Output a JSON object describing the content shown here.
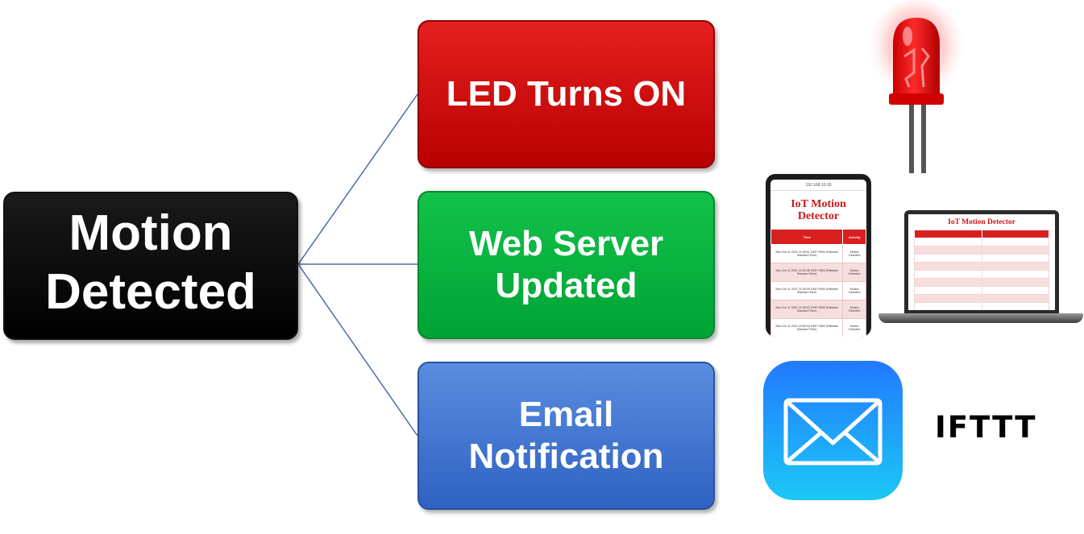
{
  "motion": {
    "line1": "Motion",
    "line2": "Detected"
  },
  "outcomes": {
    "led": {
      "line1": "LED Turns ON"
    },
    "web": {
      "line1": "Web Server",
      "line2": "Updated"
    },
    "email": {
      "line1": "Email",
      "line2": "Notification"
    }
  },
  "phone": {
    "url": "192.168.10.18",
    "title_line1": "IoT Motion",
    "title_line2": "Detector",
    "col_time": "Time",
    "col_activity": "Activity",
    "rows": [
      {
        "time": "Mon Oct 11 2021 21:09:51 GMT+0500 (Pakistan Standard Time)",
        "activity": "Motion Detected"
      },
      {
        "time": "Mon Oct 11 2021 21:09:38 GMT+0500 (Pakistan Standard Time)",
        "activity": "Motion Detected"
      },
      {
        "time": "Mon Oct 11 2021 21:09:29 GMT+0500 (Pakistan Standard Time)",
        "activity": "Motion Detected"
      },
      {
        "time": "Mon Oct 11 2021 21:09:23 GMT+0500 (Pakistan Standard Time)",
        "activity": "Motion Detected"
      },
      {
        "time": "Mon Oct 11 2021 20:59:18 GMT+0500 (Pakistan Standard Time)",
        "activity": "Motion Detected"
      }
    ]
  },
  "laptop": {
    "title": "IoT Motion Detector"
  },
  "ifttt": {
    "label": "IFTTT"
  },
  "colors": {
    "led_box": "#d40f0f",
    "web_box": "#0bb340",
    "email_box": "#4679d2",
    "motion_box": "#000000",
    "connector": "#4a6fa5"
  }
}
